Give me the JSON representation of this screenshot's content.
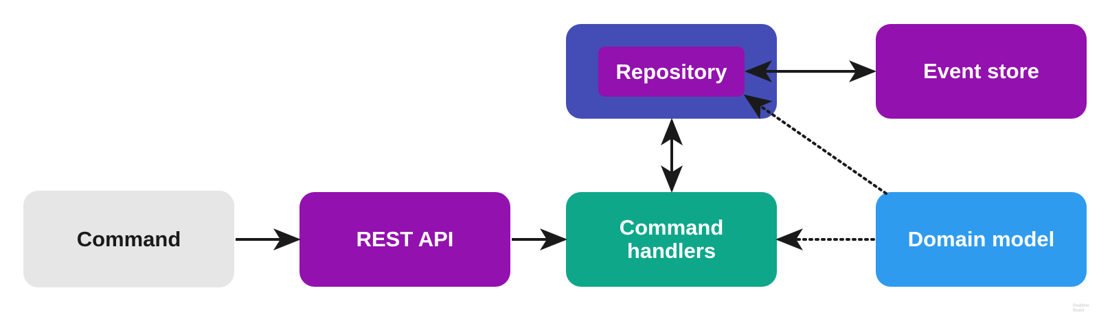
{
  "diagram": {
    "nodes": {
      "command": {
        "label": "Command",
        "color": "#e6e6e6"
      },
      "rest_api": {
        "label": "REST API",
        "color": "#9311ae"
      },
      "command_handlers": {
        "label": "Command\nhandlers",
        "color": "#0ea78a"
      },
      "domain_model": {
        "label": "Domain model",
        "color": "#2f9bef"
      },
      "repository_container": {
        "label": "",
        "color": "#434db5"
      },
      "repository": {
        "label": "Repository",
        "color": "#9311ae"
      },
      "event_store": {
        "label": "Event store",
        "color": "#9311ae"
      }
    },
    "edges": [
      {
        "from": "command",
        "to": "rest_api",
        "style": "solid",
        "direction": "forward"
      },
      {
        "from": "rest_api",
        "to": "command_handlers",
        "style": "solid",
        "direction": "forward"
      },
      {
        "from": "domain_model",
        "to": "command_handlers",
        "style": "dotted",
        "direction": "forward"
      },
      {
        "from": "command_handlers",
        "to": "repository_container",
        "style": "solid",
        "direction": "both"
      },
      {
        "from": "repository",
        "to": "event_store",
        "style": "solid",
        "direction": "both"
      },
      {
        "from": "domain_model",
        "to": "repository",
        "style": "dotted",
        "direction": "forward"
      }
    ],
    "arrow_color": "#1a1a1a",
    "watermark": "Realtime Board"
  }
}
